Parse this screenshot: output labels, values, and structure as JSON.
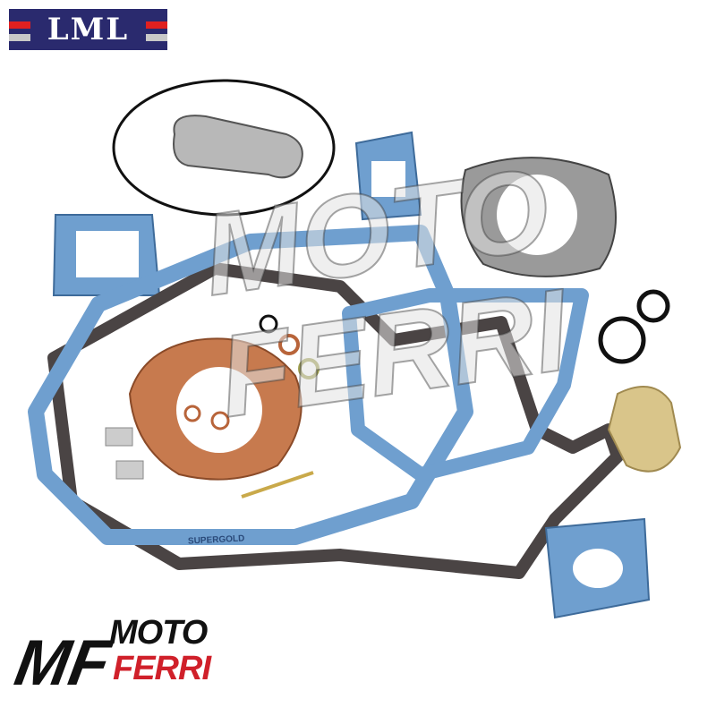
{
  "logos": {
    "top_brand": "LML",
    "bottom_brand_line1": "MOTO",
    "bottom_brand_line2": "FERRI",
    "bottom_brand_monogram": "MF"
  },
  "watermark": "MOTO FERRI",
  "gasket_print": "SUPERGOLD",
  "colors": {
    "navy": "#2a2a6e",
    "red": "#d0202a",
    "gasket_blue": "#6f9fcf",
    "gasket_dark": "#4a4444",
    "copper": "#c77a4e",
    "paper": "#d9c58a"
  }
}
